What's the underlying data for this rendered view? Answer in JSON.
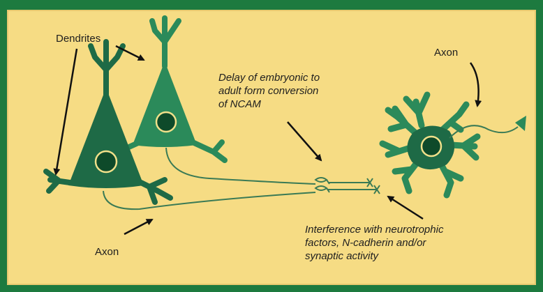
{
  "colors": {
    "frame": "#1d7a3f",
    "background": "#f6dc84",
    "neuron_fill_dark": "#1e6a46",
    "neuron_fill_light": "#2b8a5a",
    "nucleus": "#0e4a2a",
    "nucleus_ring": "#f0e08a",
    "axon_line": "#3a7a55",
    "arrow": "#111111"
  },
  "labels": {
    "dendrites": "Dendrites",
    "axon_left": "Axon",
    "axon_right": "Axon",
    "ncam_note": "Delay of embryonic to\nadult form conversion\nof NCAM",
    "interference_note": "Interference with neurotrophic\nfactors, N-cadherin and/or\nsynaptic activity"
  },
  "icons": [
    "pyramidal-neuron",
    "multipolar-neuron",
    "axon-terminal",
    "synaptic-gap"
  ]
}
